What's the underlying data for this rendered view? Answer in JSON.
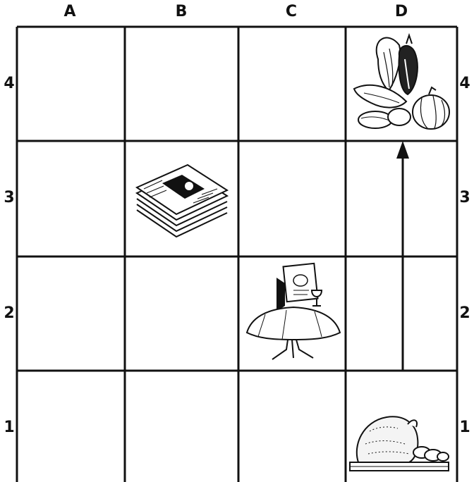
{
  "columns": [
    "A",
    "B",
    "C",
    "D"
  ],
  "rows": [
    "4",
    "3",
    "2",
    "1"
  ],
  "cells": [
    {
      "col": "D",
      "row": "4",
      "icon": "vegetables-icon"
    },
    {
      "col": "B",
      "row": "3",
      "icon": "newspaper-stack-icon"
    },
    {
      "col": "C",
      "row": "2",
      "icon": "restaurant-table-icon"
    },
    {
      "col": "D",
      "row": "1",
      "icon": "roast-turkey-icon"
    }
  ],
  "path": {
    "from": "D1",
    "to": "D4",
    "direction": "up"
  }
}
